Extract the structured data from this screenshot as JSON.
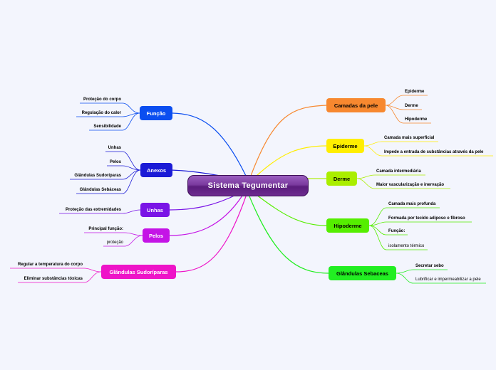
{
  "root": {
    "label": "Sistema Tegumentar"
  },
  "branches": {
    "camadas": {
      "label": "Camadas da pele",
      "color": "#f7882f",
      "leaves": [
        "Epiderme",
        "Derme",
        "Hipoderme"
      ]
    },
    "epiderme": {
      "label": "Epiderme",
      "color": "#ffee00",
      "leaves": [
        "Camada mais superficial",
        "Impede a entrada de substâncias através da pele"
      ]
    },
    "derme": {
      "label": "Derme",
      "color": "#aaee00",
      "leaves": [
        "Camada intermediária",
        "Maior vascularização e inervação"
      ]
    },
    "hipoderme": {
      "label": "Hipoderme",
      "color": "#55ee00",
      "leaves": [
        "Camada mais profunda",
        "Formada por tecido adiposo e fibroso",
        "Função:",
        "isolamento térmico"
      ]
    },
    "sebaceas": {
      "label": "Glândulas Sebaceas",
      "color": "#22ee22",
      "leaves": [
        "Secretar sebo",
        "Lubrificar e impermeabilizar a pele"
      ]
    },
    "funcao": {
      "label": "Função",
      "color": "#0b4ef0",
      "leaves": [
        "Proteção do corpo",
        "Regulação do calor",
        "Sensibilidade"
      ]
    },
    "anexos": {
      "label": "Anexos",
      "color": "#1b1bd6",
      "leaves": [
        "Unhas",
        "Pelos",
        "Glândulas Sudoríparas",
        "Glândulas Sebáceas"
      ]
    },
    "unhas": {
      "label": "Unhas",
      "color": "#7a14e6",
      "leaves": [
        "Proteção das extremidades"
      ]
    },
    "pelos": {
      "label": "Pelos",
      "color": "#c414e6",
      "leaves": [
        "Principal função:",
        "proteção"
      ]
    },
    "sudoriparas": {
      "label": "Glândulas Sudoríparas",
      "color": "#ee14c8",
      "leaves": [
        "Regular a temperatura do corpo",
        "Eliminar substâncias tóxicas"
      ]
    }
  }
}
